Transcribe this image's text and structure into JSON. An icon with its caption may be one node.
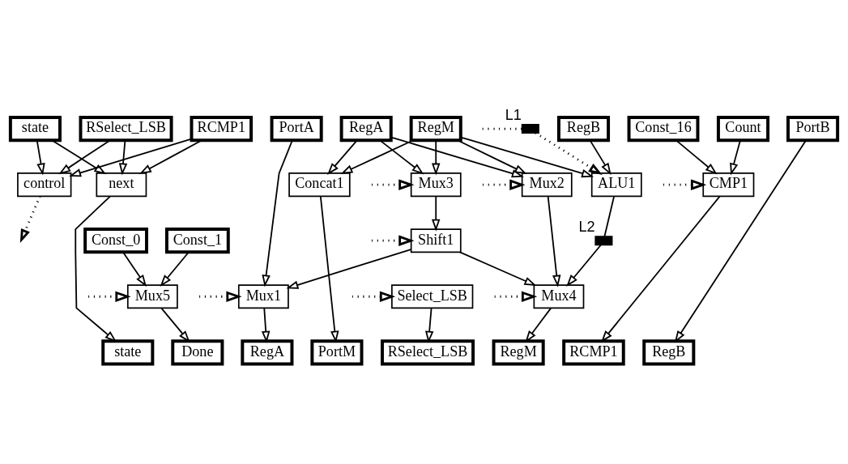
{
  "diagram": {
    "nodes": [
      {
        "text": [
          "state"
        ]
      },
      {
        "text": [
          "RSelect_LSB"
        ]
      },
      {
        "text": [
          "RCMP1"
        ]
      },
      {
        "text": [
          "PortA"
        ]
      },
      {
        "text": [
          "RegA"
        ]
      },
      {
        "text": [
          "RegM"
        ]
      },
      {
        "text": [
          "RegB"
        ]
      },
      {
        "text": [
          "Count"
        ]
      },
      {
        "text": [
          "PortB"
        ]
      },
      {
        "text": [
          "control"
        ]
      },
      {
        "text": [
          "Mux3"
        ]
      },
      {
        "text": [
          "Concat1"
        ]
      },
      {
        "text": [
          "Mux2"
        ]
      },
      {
        "text": [
          "Const_16"
        ]
      },
      {
        "text": [],
        "shape": "bar",
        "beside": [
          "L1"
        ]
      },
      {
        "text": [
          "ALU1"
        ]
      },
      {
        "text": [
          "CMP1"
        ]
      },
      {
        "text": [
          "next"
        ]
      },
      {
        "text": [
          "Shift1"
        ]
      },
      {
        "text": [],
        "shape": "bar",
        "beside": [
          "L2"
        ]
      },
      {
        "text": [
          "Const_0"
        ]
      },
      {
        "text": [
          "Const_1"
        ]
      },
      {
        "text": [
          "Mux1"
        ]
      },
      {
        "text": [
          "Mux4"
        ]
      },
      {
        "text": [
          "Mux5"
        ]
      },
      {
        "text": [
          "Select_LSB"
        ]
      },
      {
        "text": [
          "state"
        ]
      },
      {
        "text": [
          "Done"
        ]
      },
      {
        "text": [
          "RegA"
        ]
      },
      {
        "text": [
          "PortM"
        ]
      },
      {
        "text": [
          "RSelect_LSB"
        ]
      },
      {
        "text": [
          "RegM"
        ]
      },
      {
        "text": [
          "RCMP1"
        ]
      },
      {
        "text": [
          "RegB"
        ]
      }
    ],
    "edges": [
      {
        "from": 0,
        "to": 9,
        "arrow": "to"
      },
      {
        "from": 1,
        "to": 9,
        "arrow": "to"
      },
      {
        "from": 2,
        "to": 9,
        "arrow": "to"
      },
      {
        "from": 0,
        "to": 17,
        "arrow": "to"
      },
      {
        "from": 1,
        "to": 17,
        "arrow": "to"
      },
      {
        "from": 2,
        "to": 17,
        "arrow": "to"
      },
      {
        "from": 9,
        "to": null,
        "arrow": "to",
        "style": "dashed"
      },
      {
        "from": 4,
        "to": 10,
        "arrow": "to"
      },
      {
        "from": 5,
        "to": 10,
        "arrow": "to"
      },
      {
        "from": 4,
        "to": 11,
        "arrow": "to"
      },
      {
        "from": 5,
        "to": 11,
        "arrow": "to"
      },
      {
        "from": 4,
        "to": 12,
        "arrow": "to"
      },
      {
        "from": 5,
        "to": 12,
        "arrow": "to"
      },
      {
        "from": 5,
        "to": 15,
        "arrow": "to"
      },
      {
        "from": 6,
        "to": 15,
        "arrow": "to"
      },
      {
        "from": 7,
        "to": 16,
        "arrow": "to"
      },
      {
        "from": 13,
        "to": 16,
        "arrow": "to"
      },
      {
        "from": null,
        "to": 10,
        "arrow": "to",
        "style": "dashed"
      },
      {
        "from": null,
        "to": 12,
        "arrow": "to",
        "style": "dashed"
      },
      {
        "from": null,
        "to": 14,
        "arrow": "none",
        "style": "dashed"
      },
      {
        "from": 14,
        "to": 15,
        "arrow": "to",
        "style": "dashed"
      },
      {
        "from": null,
        "to": 16,
        "arrow": "to",
        "style": "dashed"
      },
      {
        "from": 10,
        "to": 18,
        "arrow": "to"
      },
      {
        "from": null,
        "to": 18,
        "arrow": "to",
        "style": "dashed"
      },
      {
        "from": 15,
        "to": 19,
        "arrow": "none"
      },
      {
        "from": 19,
        "to": 23,
        "arrow": "to"
      },
      {
        "from": 3,
        "to": 22,
        "arrow": "to"
      },
      {
        "from": 18,
        "to": 22,
        "arrow": "to"
      },
      {
        "from": 18,
        "to": 23,
        "arrow": "to"
      },
      {
        "from": 12,
        "to": 23,
        "arrow": "to"
      },
      {
        "from": null,
        "to": 22,
        "arrow": "to",
        "style": "dashed"
      },
      {
        "from": null,
        "to": 23,
        "arrow": "to",
        "style": "dashed"
      },
      {
        "from": 20,
        "to": 24,
        "arrow": "to"
      },
      {
        "from": 21,
        "to": 24,
        "arrow": "to"
      },
      {
        "from": null,
        "to": 24,
        "arrow": "to",
        "style": "dashed"
      },
      {
        "from": null,
        "to": 25,
        "arrow": "to",
        "style": "dashed"
      },
      {
        "from": 17,
        "to": 26,
        "arrow": "to"
      },
      {
        "from": 24,
        "to": 27,
        "arrow": "to"
      },
      {
        "from": 22,
        "to": 28,
        "arrow": "to"
      },
      {
        "from": 11,
        "to": 29,
        "arrow": "to"
      },
      {
        "from": 25,
        "to": 30,
        "arrow": "to"
      },
      {
        "from": 23,
        "to": 31,
        "arrow": "to"
      },
      {
        "from": 16,
        "to": 32,
        "arrow": "to"
      },
      {
        "from": 8,
        "to": 33,
        "arrow": "to"
      }
    ]
  }
}
